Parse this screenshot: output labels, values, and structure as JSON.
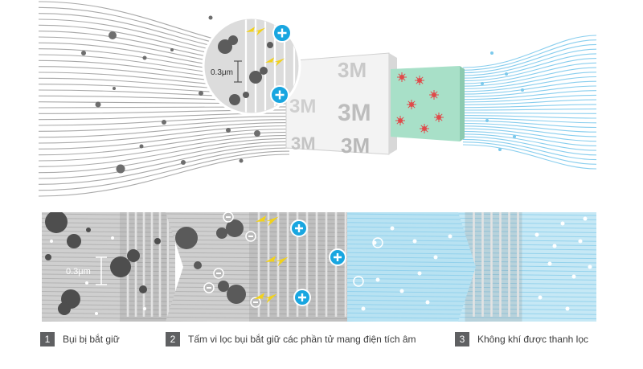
{
  "top": {
    "size_label": "0.3μm",
    "filter_brand": "3M"
  },
  "bottom": {
    "size_label": "0.3μm"
  },
  "captions": [
    {
      "num": "1",
      "text": "Bụi bị bắt giữ"
    },
    {
      "num": "2",
      "text": "Tấm vi lọc bụi bắt giữ các phần tử mang điện tích âm"
    },
    {
      "num": "3",
      "text": "Không khí được thanh lọc"
    }
  ],
  "colors": {
    "airflow_gray": "#9a9a9a",
    "airflow_blue": "#7cc9ec",
    "dust": "#6e6e6e",
    "charge_blue": "#19a6e0",
    "spark_yellow": "#f2d21b",
    "green_filter": "#a8e0c8",
    "bacteria_red": "#e04a4a"
  }
}
